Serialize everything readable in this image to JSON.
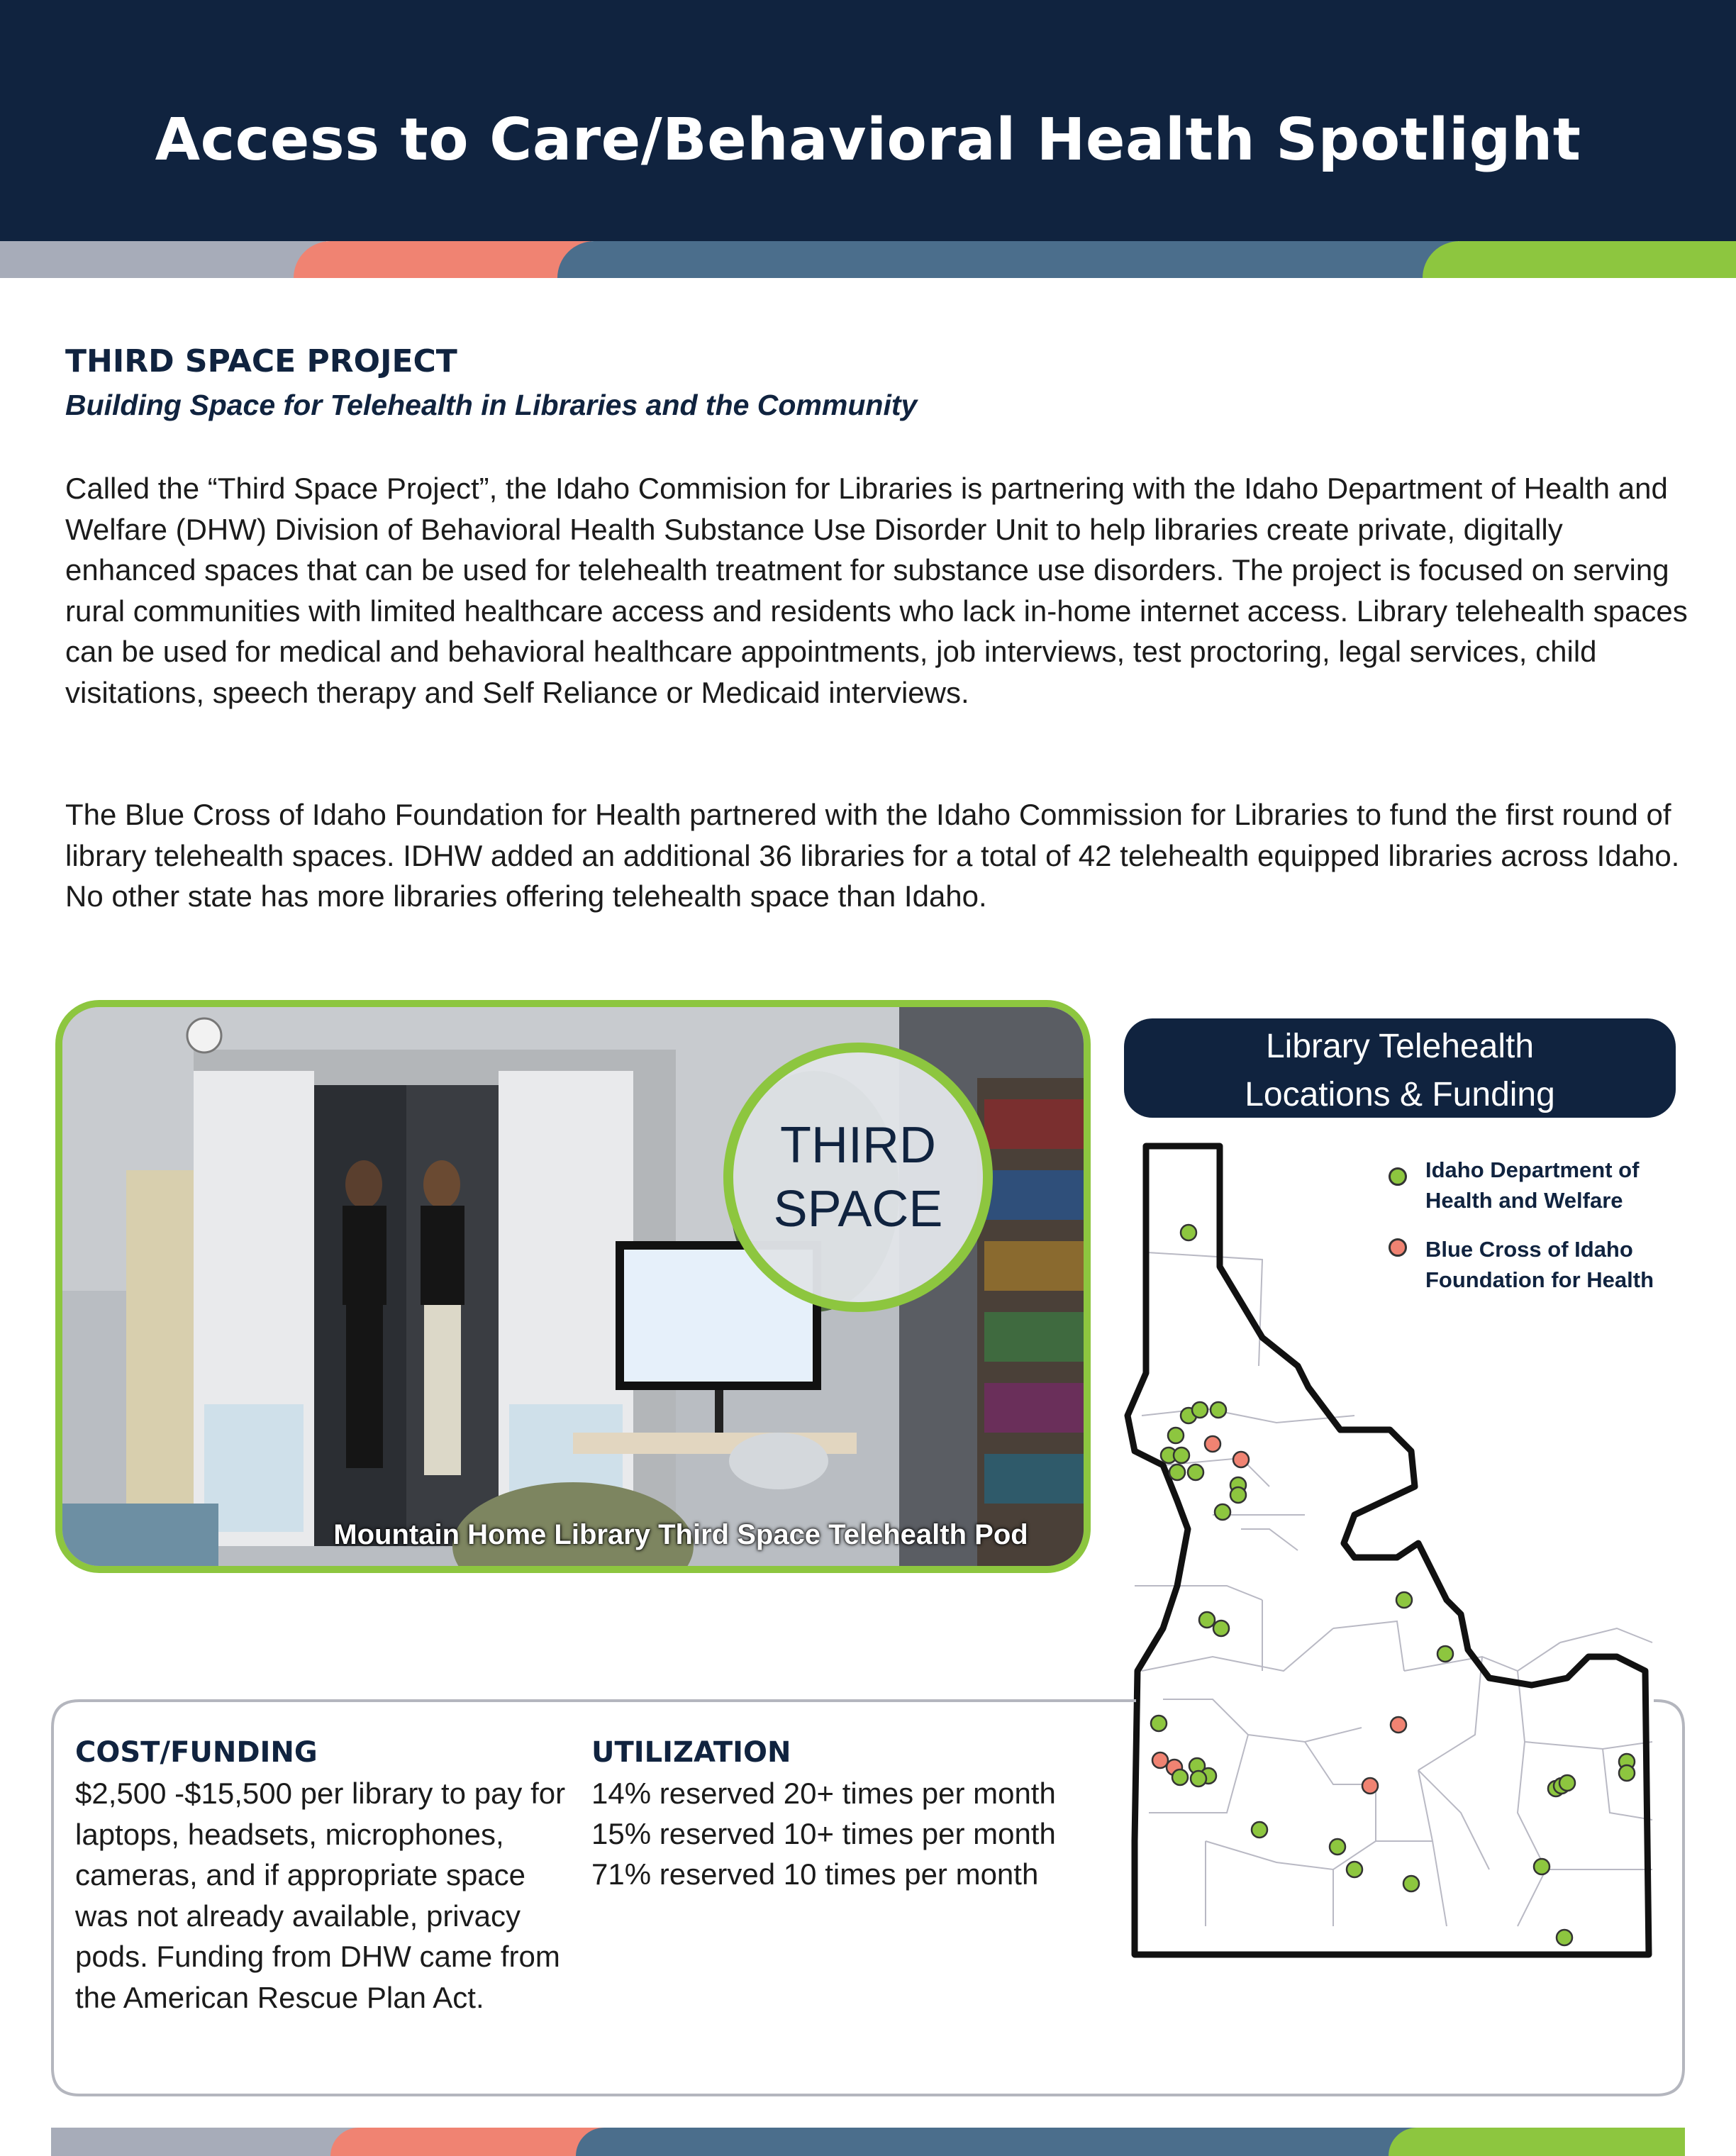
{
  "header": {
    "title": "Access to Care/Behavioral Health Spotlight"
  },
  "colors": {
    "navy": "#10233f",
    "gray": "#a7acb9",
    "coral": "#f08372",
    "steel": "#4b6e8c",
    "green": "#8dc63f"
  },
  "intro": {
    "heading": "THIRD SPACE PROJECT",
    "subheading": "Building Space for Telehealth in Libraries and the Community",
    "paragraph1": "Called the “Third Space Project”, the Idaho Commision for Libraries is partnering with the Idaho Department of Health and Welfare (DHW) Division of Behavioral Health Substance Use Disorder Unit to help libraries create private, digitally enhanced spaces that can be used for telehealth treatment for substance use disorders. The project is focused on serving rural communities with limited healthcare access and residents who lack in-home internet access. Library telehealth spaces can be used for medical and behavioral healthcare appointments, job interviews, test proctoring, legal services, child visitations, speech therapy and Self Reliance or Medicaid interviews.",
    "paragraph2": "The Blue Cross of Idaho Foundation for Health partnered with the Idaho Commission for Libraries to fund the first round of library telehealth spaces. IDHW added an additional 36 libraries for a total of 42 telehealth equipped libraries across Idaho. No other state has more libraries offering telehealth space than Idaho."
  },
  "photo": {
    "badge_line1": "THIRD",
    "badge_line2": "SPACE",
    "caption": "Mountain Home Library Third Space Telehealth Pod"
  },
  "map": {
    "title_line1": "Library Telehealth",
    "title_line2": "Locations & Funding",
    "legend": [
      {
        "line1": "Idaho Department of",
        "line2": "Health and Welfare",
        "color": "#8dc63f"
      },
      {
        "line1": "Blue Cross of Idaho",
        "line2": "Foundation for Health",
        "color": "#f08372"
      }
    ]
  },
  "cost": {
    "heading": "COST/FUNDING",
    "text": "$2,500 -$15,500 per library to pay for laptops, headsets, microphones, cameras, and if appropriate space was not already available, privacy pods. Funding from DHW came from the American Rescue Plan Act."
  },
  "utilization": {
    "heading": "UTILIZATION",
    "lines": [
      "14% reserved 20+ times per month",
      "15% reserved 10+ times per month",
      "71% reserved 10 times per month"
    ]
  }
}
